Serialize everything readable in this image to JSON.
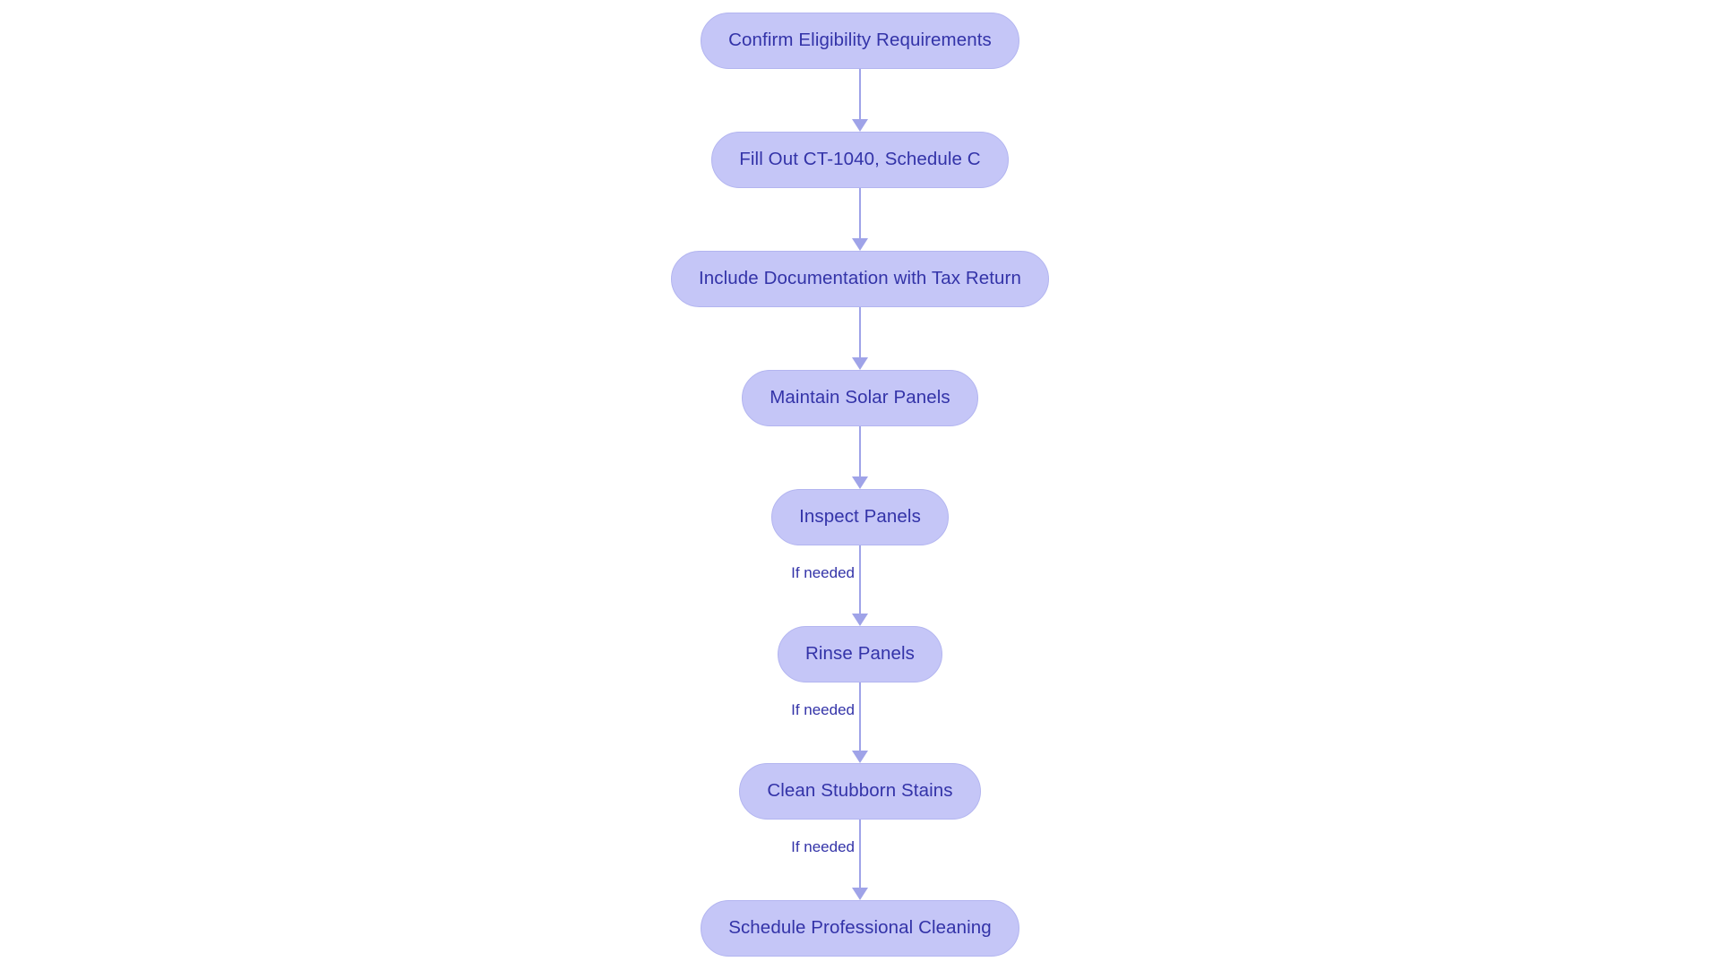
{
  "diagram": {
    "type": "flowchart",
    "orientation": "vertical",
    "title": "",
    "colors": {
      "background": "#ffffff",
      "node_fill": "#c5c6f7",
      "node_border": "#b3b5f0",
      "node_text": "#3333a8",
      "connector": "#9fa3e8",
      "edge_label_text": "#3333a8"
    },
    "nodes": [
      {
        "id": "n1",
        "label": "Confirm Eligibility Requirements"
      },
      {
        "id": "n2",
        "label": "Fill Out CT-1040, Schedule C"
      },
      {
        "id": "n3",
        "label": "Include Documentation with Tax Return"
      },
      {
        "id": "n4",
        "label": "Maintain Solar Panels"
      },
      {
        "id": "n5",
        "label": "Inspect Panels"
      },
      {
        "id": "n6",
        "label": "Rinse Panels"
      },
      {
        "id": "n7",
        "label": "Clean Stubborn Stains"
      },
      {
        "id": "n8",
        "label": "Schedule Professional Cleaning"
      }
    ],
    "edges": [
      {
        "from": "n1",
        "to": "n2",
        "label": ""
      },
      {
        "from": "n2",
        "to": "n3",
        "label": ""
      },
      {
        "from": "n3",
        "to": "n4",
        "label": ""
      },
      {
        "from": "n4",
        "to": "n5",
        "label": ""
      },
      {
        "from": "n5",
        "to": "n6",
        "label": "If needed"
      },
      {
        "from": "n6",
        "to": "n7",
        "label": "If needed"
      },
      {
        "from": "n7",
        "to": "n8",
        "label": "If needed"
      }
    ]
  }
}
